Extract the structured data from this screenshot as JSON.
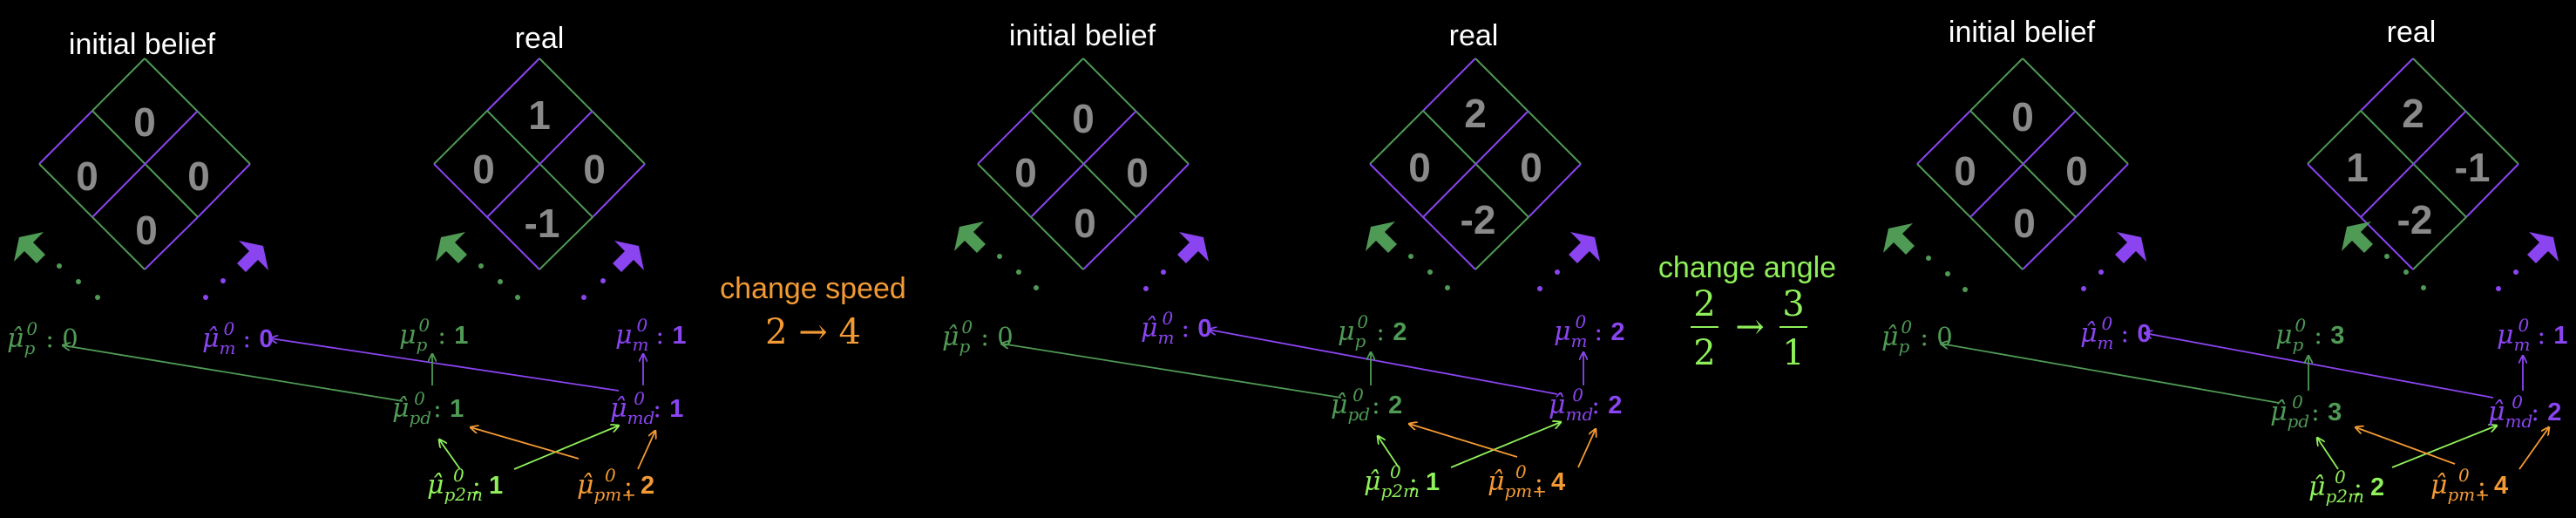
{
  "colors": {
    "green": "#4f9a55",
    "purple": "#8a44f0",
    "orange": "#f39a35",
    "lightgreen": "#8ff05b",
    "title": "#ffffff",
    "cell": "#8a8a8a",
    "background": "#000000"
  },
  "panels": [
    {
      "initial_title": "initial belief",
      "real_title": "real",
      "initial_cells": {
        "top": "0",
        "left": "0",
        "right": "0",
        "bottom": "0"
      },
      "real_cells": {
        "top": "1",
        "left": "0",
        "right": "0",
        "bottom": "-1"
      },
      "mu_p_hat": "0",
      "mu_m_hat": "0",
      "mu_p": "1",
      "mu_m": "1",
      "mu_pd": "1",
      "mu_md": "1",
      "mu_p2m": "1",
      "mu_pm_plus": "2"
    },
    {
      "initial_title": "initial belief",
      "real_title": "real",
      "initial_cells": {
        "top": "0",
        "left": "0",
        "right": "0",
        "bottom": "0"
      },
      "real_cells": {
        "top": "2",
        "left": "0",
        "right": "0",
        "bottom": "-2"
      },
      "mu_p_hat": "0",
      "mu_m_hat": "0",
      "mu_p": "2",
      "mu_m": "2",
      "mu_pd": "2",
      "mu_md": "2",
      "mu_p2m": "1",
      "mu_pm_plus": "4"
    },
    {
      "initial_title": "initial belief",
      "real_title": "real",
      "initial_cells": {
        "top": "0",
        "left": "0",
        "right": "0",
        "bottom": "0"
      },
      "real_cells": {
        "top": "2",
        "left": "1",
        "right": "-1",
        "bottom": "-2"
      },
      "mu_p_hat": "0",
      "mu_m_hat": "0",
      "mu_p": "3",
      "mu_m": "1",
      "mu_pd": "3",
      "mu_md": "2",
      "mu_p2m": "2",
      "mu_pm_plus": "4"
    }
  ],
  "separators": [
    {
      "label": "change speed",
      "from": "2",
      "arrow": "→",
      "to": "4"
    },
    {
      "label": "change angle",
      "from_num": "2",
      "from_den": "2",
      "arrow": "→",
      "to_num": "3",
      "to_den": "1"
    }
  ]
}
